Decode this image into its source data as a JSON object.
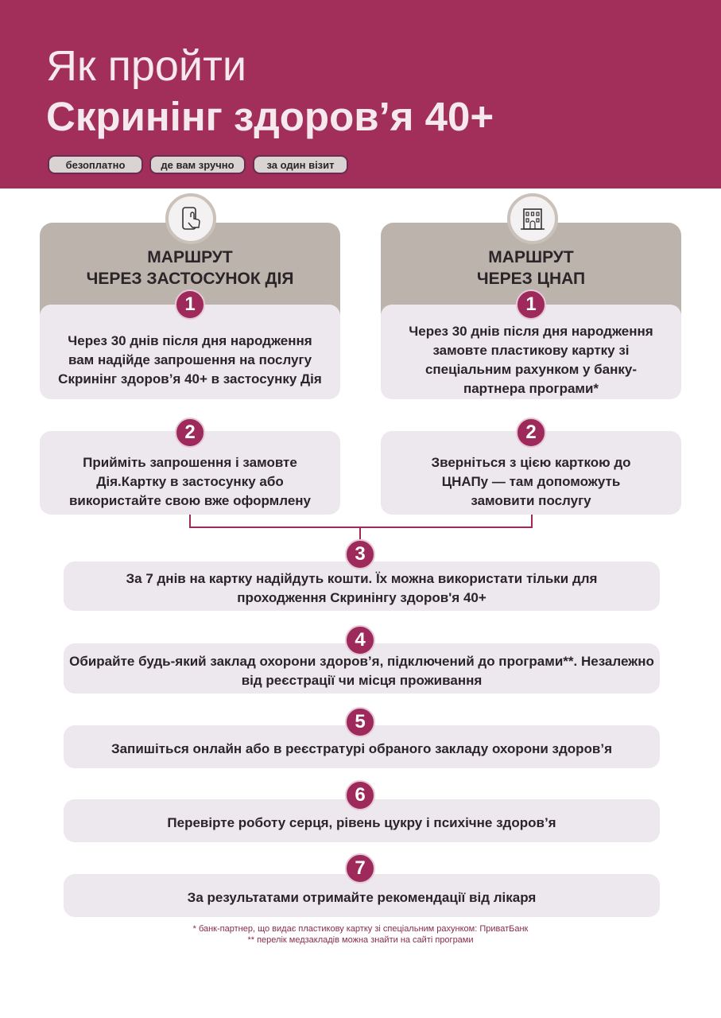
{
  "header": {
    "title_line1": "Як пройти",
    "title_line2": "Скринінг здоров’я 40+",
    "pills": [
      "безоплатно",
      "де вам зручно",
      "за один візит"
    ]
  },
  "routes": [
    {
      "icon": "phone-tap-icon",
      "title_line1": "МАРШРУТ",
      "title_line2": "ЧЕРЕЗ ЗАСТОСУНОК ДІЯ",
      "steps": [
        {
          "number": "1",
          "text": "Через 30 днів після дня народження вам надійде запрошення на послугу Скринінг здоров’я 40+ в застосунку Дія"
        },
        {
          "number": "2",
          "text": "Прийміть запрошення і замовте Дія.Картку в застосунку або використайте свою вже оформлену"
        }
      ]
    },
    {
      "icon": "building-icon",
      "title_line1": "МАРШРУТ",
      "title_line2": "ЧЕРЕЗ ЦНАП",
      "steps": [
        {
          "number": "1",
          "text": "Через 30 днів після дня народження замовте пластикову картку зі спеціальним рахунком у банку-партнера програми*"
        },
        {
          "number": "2",
          "text": "Зверніться з цією карткою до ЦНАПу — там допоможуть замовити послугу"
        }
      ]
    }
  ],
  "steps": [
    {
      "number": "3",
      "text": "За 7 днів на картку надійдуть кошти. Їх можна використати тільки для проходження Скринінгу здоров'я 40+"
    },
    {
      "number": "4",
      "text": "Обирайте будь-який заклад охорони здоров’я, підключений до програми**. Незалежно від реєстрації чи місця проживання"
    },
    {
      "number": "5",
      "text": "Запишіться онлайн або в реєстратурі обраного закладу охорони здоров’я"
    },
    {
      "number": "6",
      "text": "Перевірте роботу серця, рівень цукру і психічне здоров’я"
    },
    {
      "number": "7",
      "text": "За результатами отримайте рекомендації від лікаря"
    }
  ],
  "footnotes": [
    "* банк-партнер, що видає пластикову картку зі спеціальним рахунком: ПриватБанк",
    "** перелік медзакладів можна знайти на сайті програми"
  ]
}
